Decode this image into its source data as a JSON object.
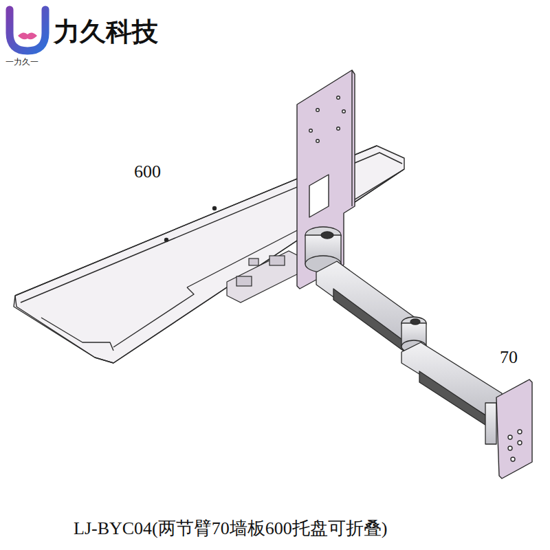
{
  "diagram": {
    "caption": "LJ-BYC04(两节臂70墙板600托盘可折叠)",
    "labels": [
      "力久科技",
      "一力久一",
      "600",
      "70"
    ]
  }
}
